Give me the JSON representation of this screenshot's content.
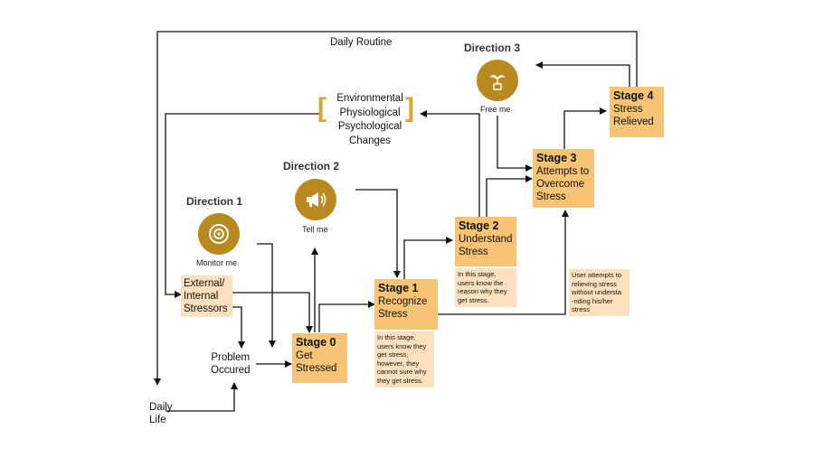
{
  "labels": {
    "daily_routine": "Daily Routine",
    "daily_life": "Daily\nLife",
    "problem_occured": "Problem\nOccured",
    "external_stressors": "External/\nInternal\nStressors",
    "env_changes": "Environmental\nPhysiological\nPsychological\nChanges"
  },
  "directions": [
    {
      "title": "Direction 1",
      "caption": "Monitor me",
      "icon": "disc-icon"
    },
    {
      "title": "Direction 2",
      "caption": "Tell me",
      "icon": "megaphone-icon"
    },
    {
      "title": "Direction 3",
      "caption": "Free me",
      "icon": "bird-icon"
    }
  ],
  "stages": [
    {
      "title": "Stage 0",
      "text": "Get\nStressed"
    },
    {
      "title": "Stage 1",
      "text": "Recognize\nStress"
    },
    {
      "title": "Stage 2",
      "text": "Understand\nStress"
    },
    {
      "title": "Stage 3",
      "text": "Attempts to\nOvercome\nStress"
    },
    {
      "title": "Stage 4",
      "text": "Stress\nRelieved"
    }
  ],
  "notes": {
    "stage1": "In this stage,\nusers know they\nget stress,\nhowever, they\ncannot sure why\nthey get stress.",
    "stage2": "In this stage,\nusers know the\nreason why they\nget stress.",
    "stage3": "User attempts to\nrelieving stress\nwithout understa\n-nding his/her\nstress"
  },
  "colors": {
    "stage_fill": "#f6c474",
    "note_fill": "#fde0bd",
    "icon_circle": "#b8891e",
    "bracket": "#d9a233"
  }
}
